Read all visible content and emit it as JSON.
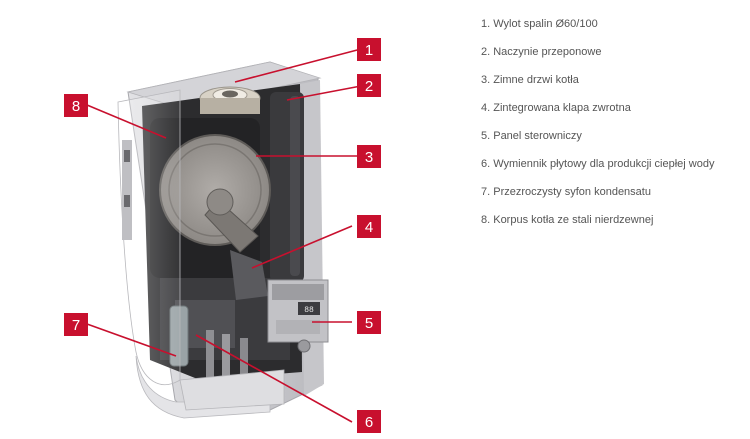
{
  "callouts": [
    {
      "number": "1",
      "label": "1. Wylot spalin Ø60/100"
    },
    {
      "number": "2",
      "label": "2. Naczynie przeponowe"
    },
    {
      "number": "3",
      "label": "3. Zimne drzwi kotła"
    },
    {
      "number": "4",
      "label": "4. Zintegrowana klapa zwrotna"
    },
    {
      "number": "5",
      "label": "5. Panel sterowniczy"
    },
    {
      "number": "6",
      "label": "6. Wymiennik płytowy dla produkcji ciepłej wody"
    },
    {
      "number": "7",
      "label": "7. Przezroczysty syfon kondensatu"
    },
    {
      "number": "8",
      "label": "8. Korpus kotła ze stali nierdzewnej"
    }
  ],
  "display_readout": "88",
  "colors": {
    "callout": "#c8102e",
    "legend_text": "#555555",
    "casing": "#d9d9dc"
  },
  "image": {
    "subject": "boiler-cutaway-illustration"
  }
}
